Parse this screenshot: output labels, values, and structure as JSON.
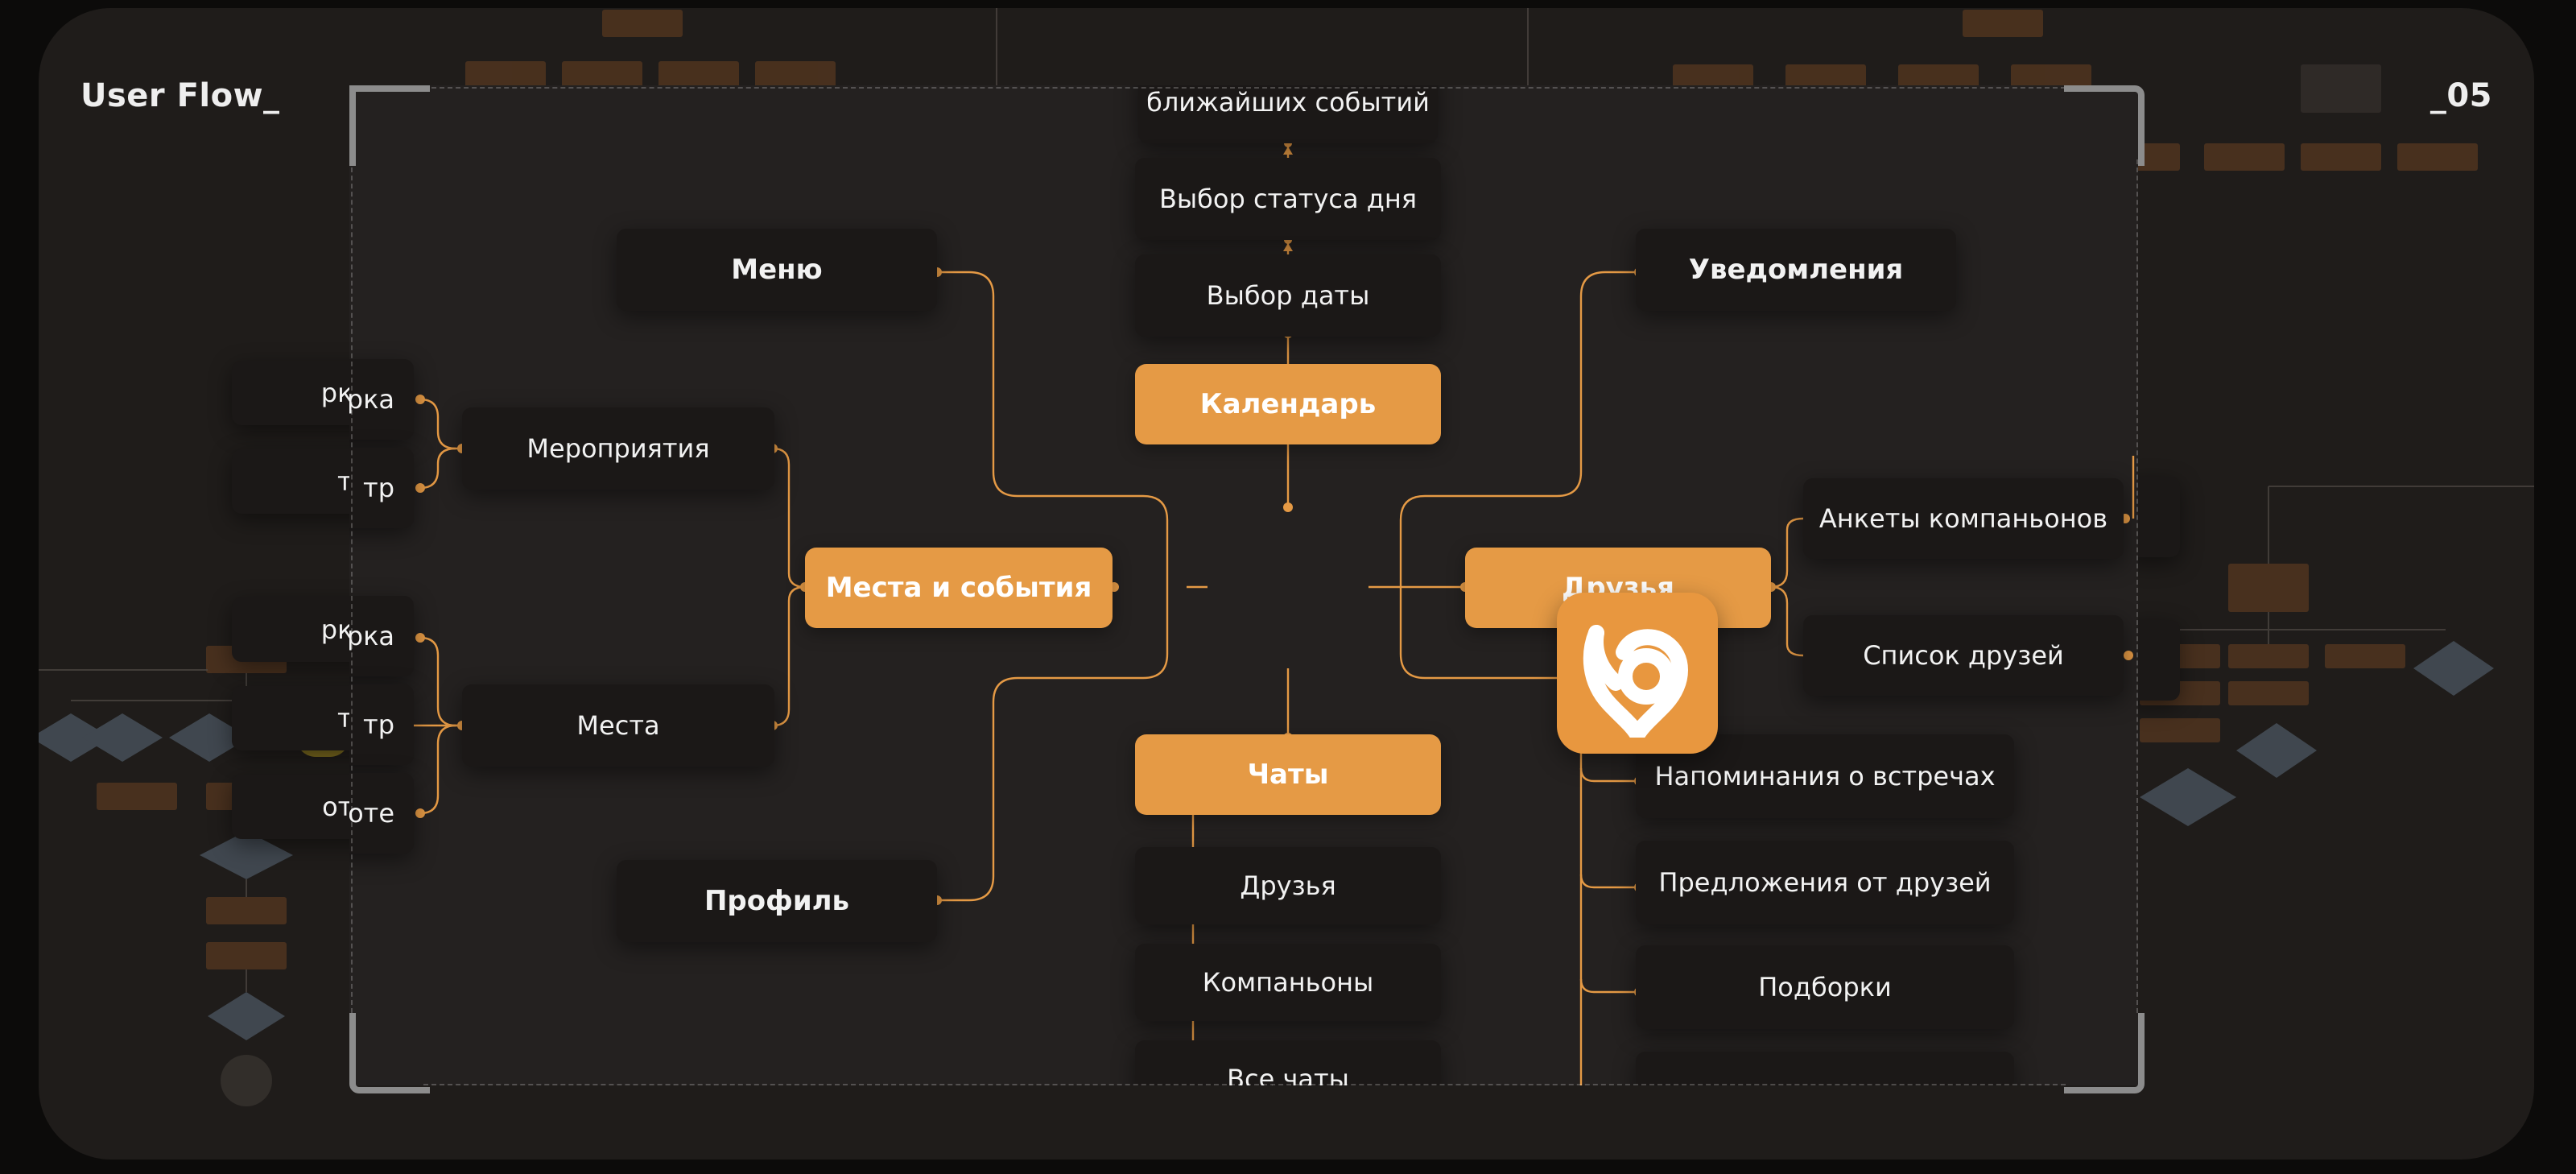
{
  "header": {
    "title": "User Flow_",
    "page_number": "_05"
  },
  "colors": {
    "accent": "#e59a45",
    "node_dark": "#1b1817",
    "background": "#1f1c1a"
  },
  "logo": {
    "icon": "brand-logo-icon"
  },
  "nodes": {
    "calendar": "Календарь",
    "date_select": "Выбор даты",
    "day_status": "Выбор статуса дня",
    "nearest_events": "ближайших событий",
    "menu": "Меню",
    "notifications": "Уведомления",
    "places_events": "Места и события",
    "events": "Мероприятия",
    "places": "Места",
    "profile": "Профиль",
    "friends": "Друзья",
    "companion_profiles": "Анкеты компаньонов",
    "friend_list": "Список друзей",
    "chats": "Чаты",
    "chats_friends": "Друзья",
    "chats_companions": "Компаньоны",
    "chats_all": "Все чаты",
    "meeting_reminders": "Напоминания о встречах",
    "friend_suggestions": "Предложения от друзей",
    "collections": "Подборки",
    "partial_left_1": "рка",
    "partial_left_2": "тр",
    "partial_left_3": "рка",
    "partial_left_4": "тр",
    "partial_left_5": "оте"
  }
}
